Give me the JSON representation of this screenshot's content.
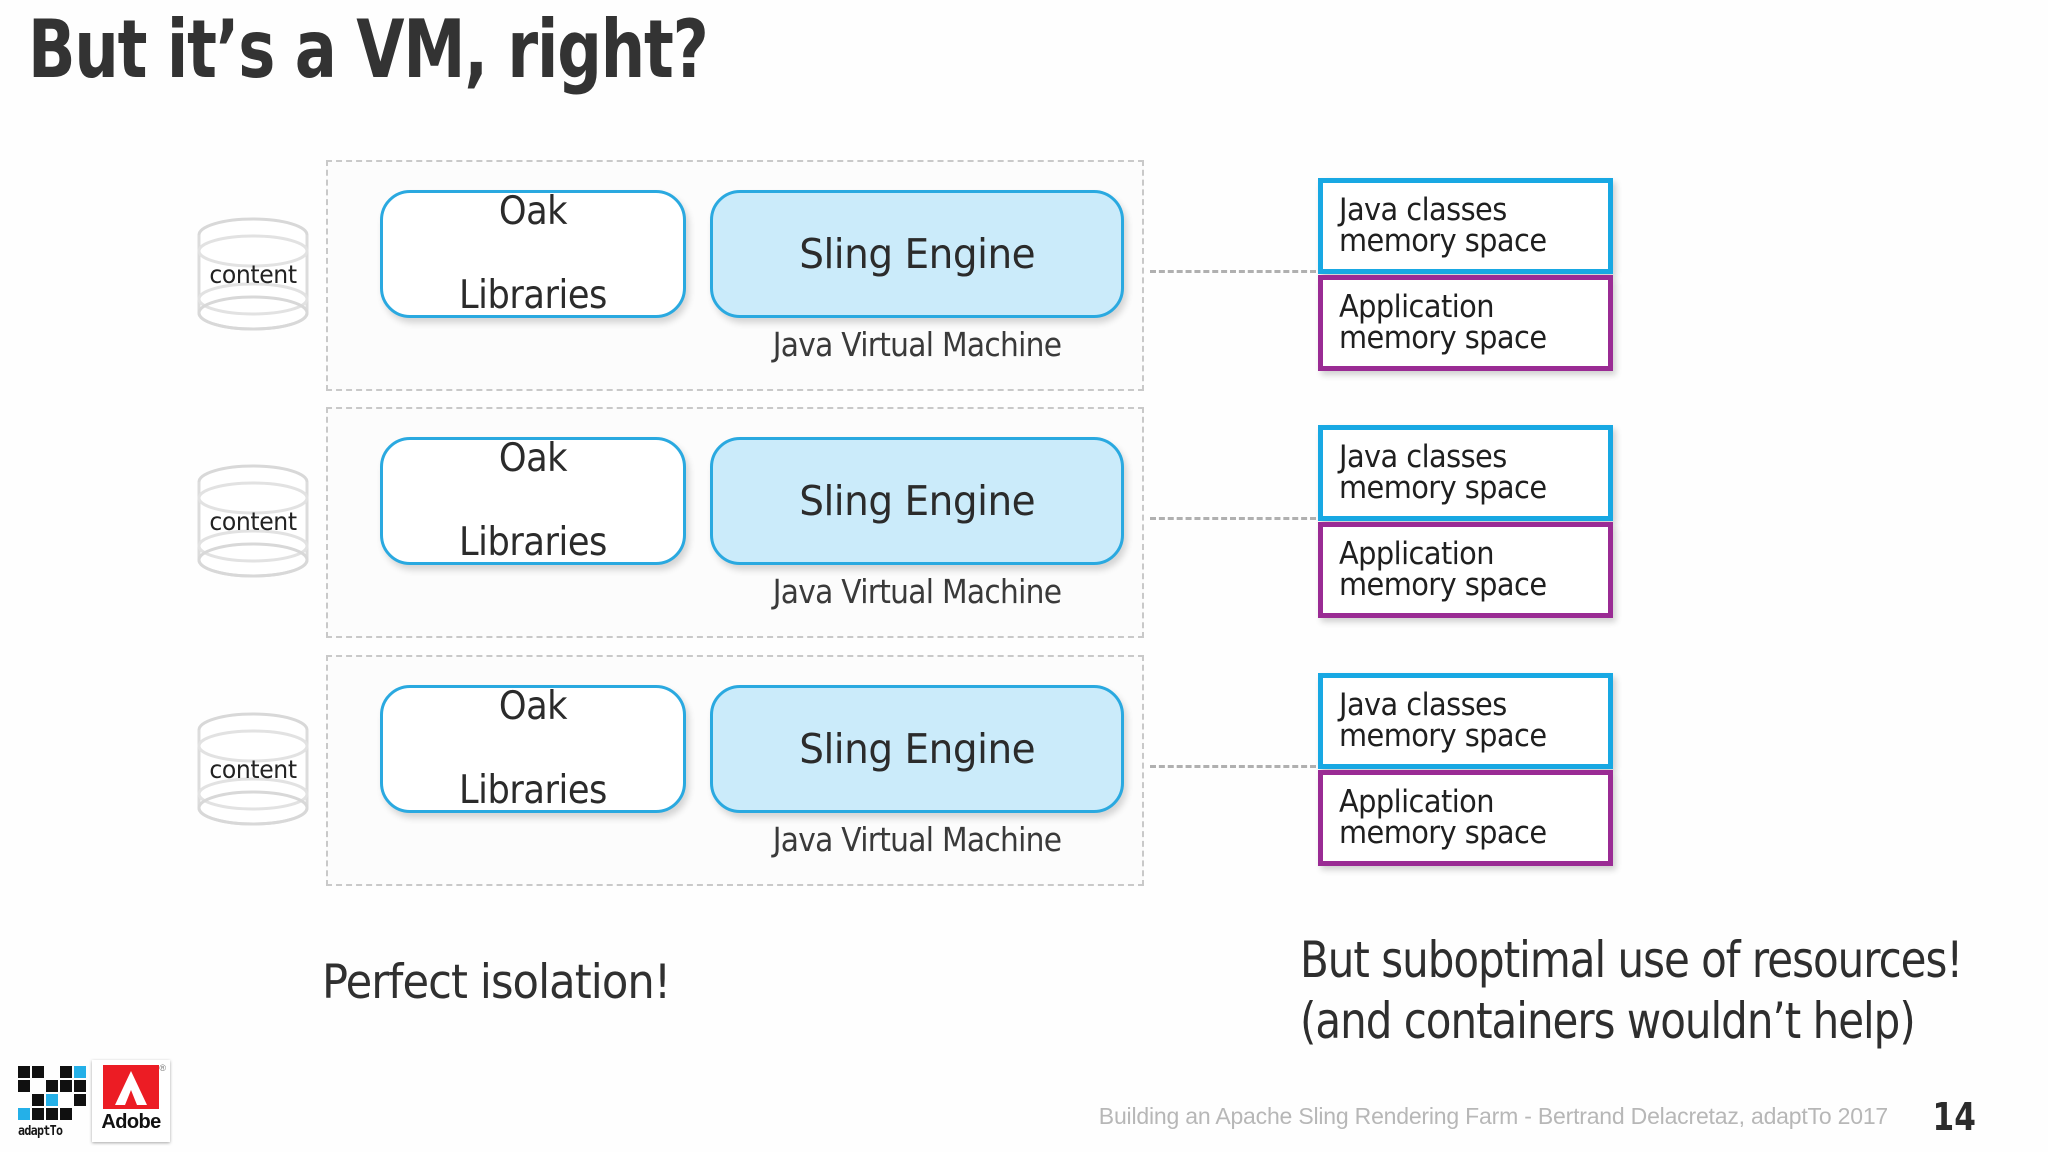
{
  "slide": {
    "title": "But it’s a VM, right?",
    "background_color": "#fefefe"
  },
  "colors": {
    "accent_blue": "#2aa9e0",
    "sling_fill": "#cbebfa",
    "java_border": "#18a8e3",
    "app_border": "#9a2b94",
    "dashed_gray": "#c9c9c9",
    "title_gray": "#333333",
    "footer_gray": "#b7b7b7"
  },
  "diagram": {
    "jvm_caption": "Java Virtual Machine",
    "content_label": "content",
    "rows": [
      {
        "oak_line1": "Oak",
        "oak_line2": "Libraries",
        "sling": "Sling Engine",
        "jvm": "Java Virtual Machine",
        "content": "content",
        "memory": {
          "java_line1": "Java classes",
          "java_line2": "memory space",
          "app_line1": "Application",
          "app_line2": "memory space"
        }
      },
      {
        "oak_line1": "Oak",
        "oak_line2": "Libraries",
        "sling": "Sling Engine",
        "jvm": "Java Virtual Machine",
        "content": "content",
        "memory": {
          "java_line1": "Java classes",
          "java_line2": "memory space",
          "app_line1": "Application",
          "app_line2": "memory space"
        }
      },
      {
        "oak_line1": "Oak",
        "oak_line2": "Libraries",
        "sling": "Sling Engine",
        "jvm": "Java Virtual Machine",
        "content": "content",
        "memory": {
          "java_line1": "Java classes",
          "java_line2": "memory space",
          "app_line1": "Application",
          "app_line2": "memory space"
        }
      }
    ]
  },
  "captions": {
    "left": "Perfect isolation!",
    "right_line1": "But suboptimal use of resources!",
    "right_line2": "(and containers wouldn’t help)"
  },
  "footer": {
    "text": "Building an Apache Sling Rendering Farm - Bertrand Delacretaz, adaptTo 2017",
    "page_number": "14"
  },
  "logos": {
    "adaptto_wordmark": "adaptTo",
    "adobe_wordmark": "Adobe",
    "adobe_registered": "®"
  }
}
